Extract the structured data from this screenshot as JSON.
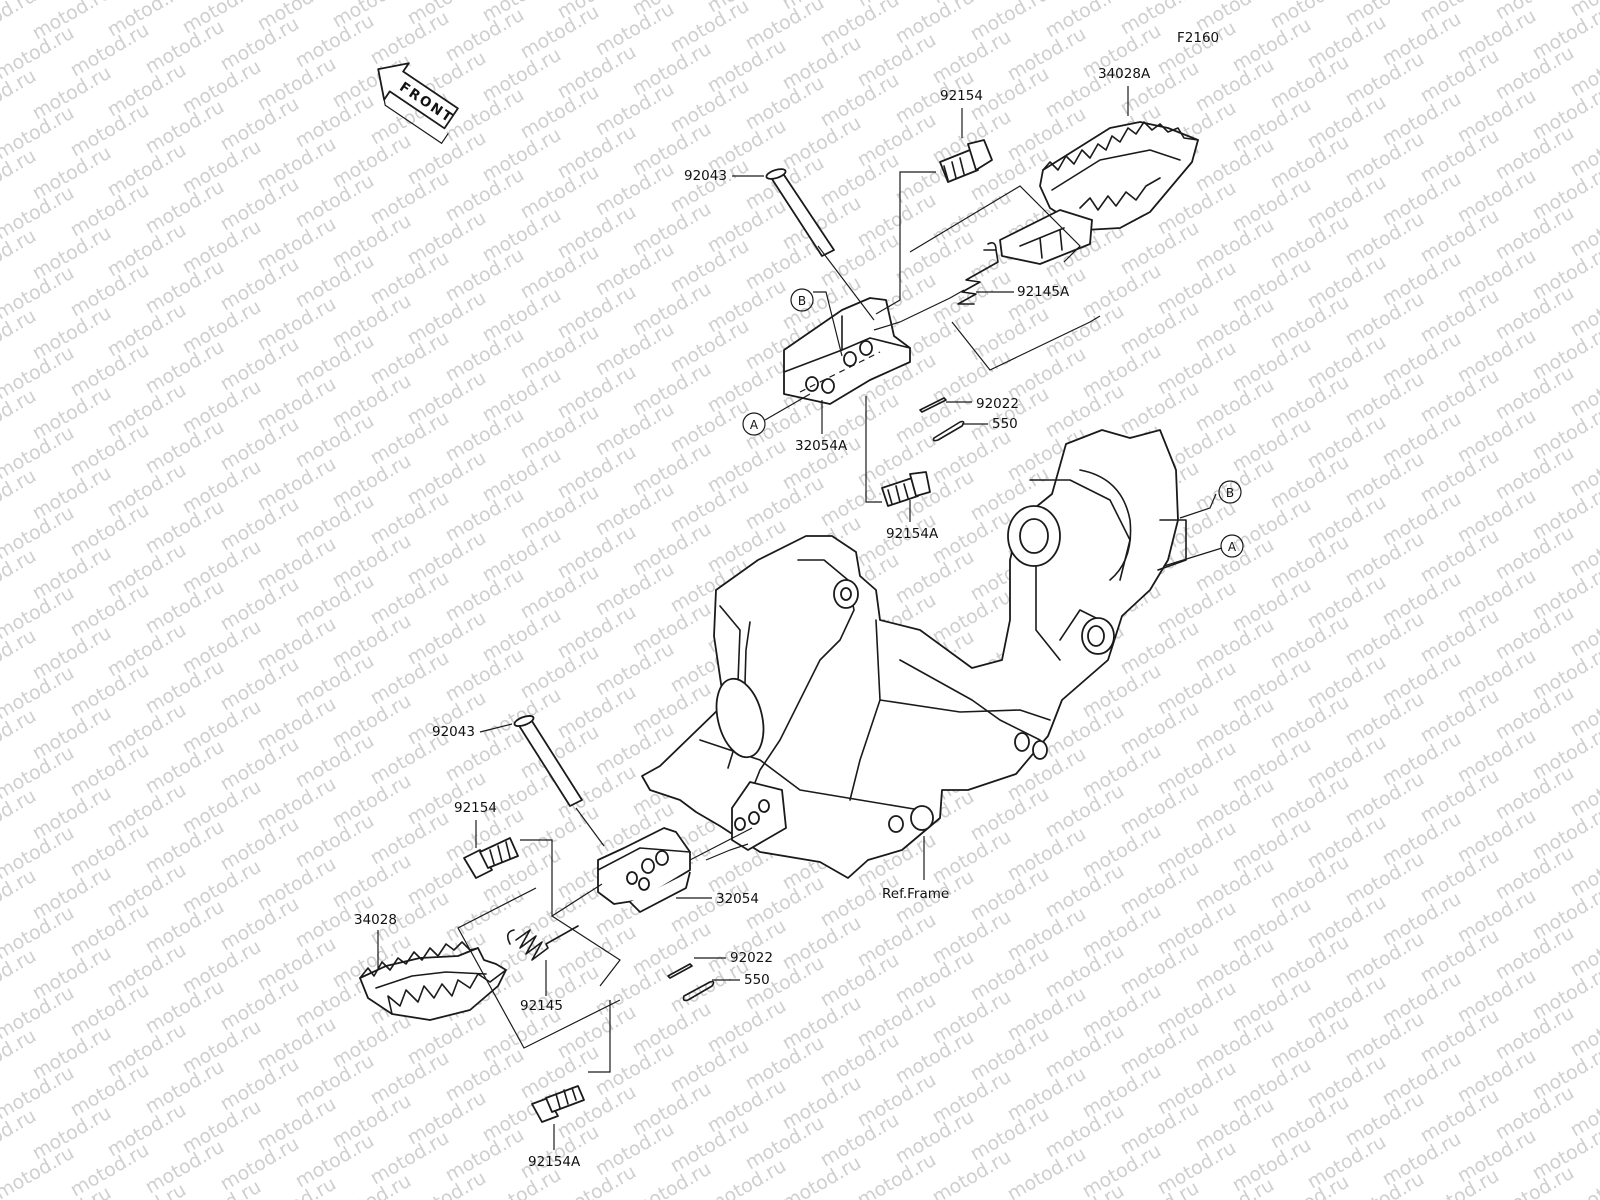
{
  "watermark": "motod.ru",
  "figure_code": "F2160",
  "front_arrow": "FRONT",
  "callouts": {
    "p34028A": "34028A",
    "p92154_top": "92154",
    "p92043_top": "92043",
    "p92145A": "92145A",
    "pB_top": "B",
    "pA_top": "A",
    "p32054A": "32054A",
    "p92022_top": "92022",
    "p550_top": "550",
    "p92154A_top": "92154A",
    "pB_right": "B",
    "pA_right": "A",
    "p92043_bot": "92043",
    "p92154_bot": "92154",
    "p32054": "32054",
    "ref_frame": "Ref.Frame",
    "p34028": "34028",
    "p92022_bot": "92022",
    "p92145": "92145",
    "p550_bot": "550",
    "p92154A_bot": "92154A"
  }
}
